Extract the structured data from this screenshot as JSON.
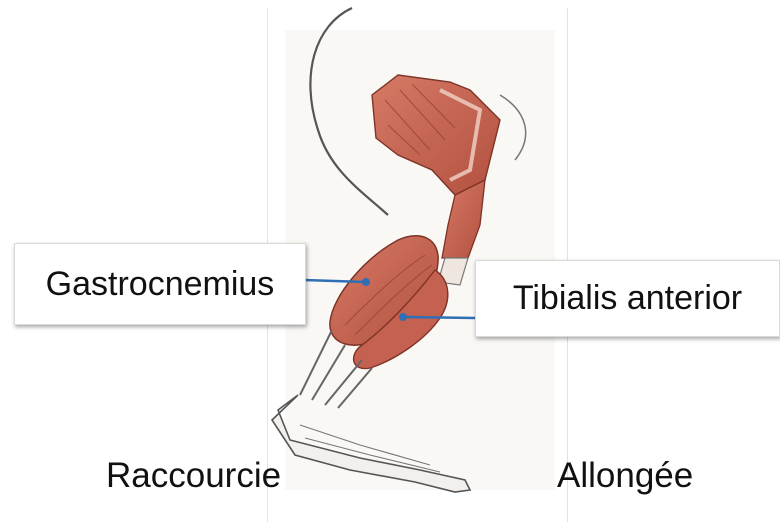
{
  "labels": {
    "gastrocnemius": "Gastrocnemius",
    "tibialis_anterior": "Tibialis anterior"
  },
  "captions": {
    "left": "Raccourcie",
    "right": "Allongée"
  },
  "colors": {
    "muscle": "#c8614f",
    "muscle_dark": "#9c3f33",
    "leader_line": "#2e6fb5",
    "outline": "#555555"
  }
}
